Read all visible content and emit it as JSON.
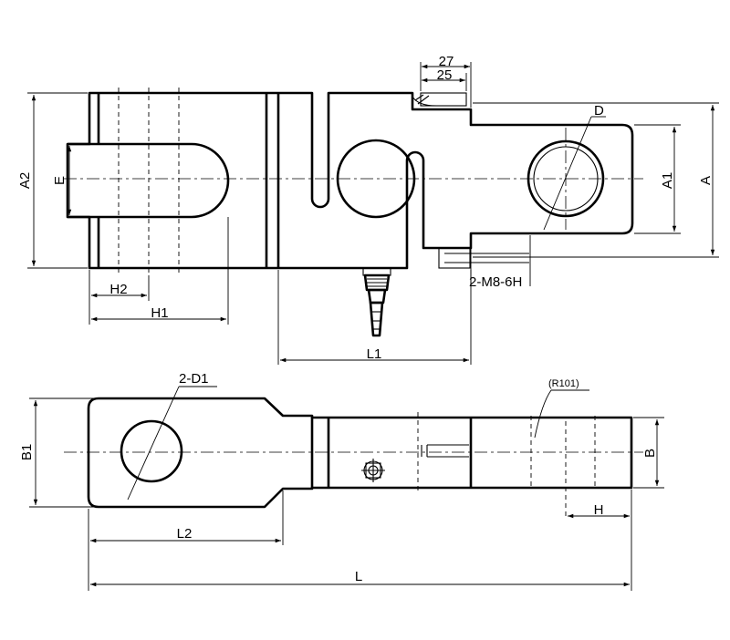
{
  "top_view": {
    "dims": {
      "d27": "27",
      "d25": "25",
      "D": "D",
      "A2": "A2",
      "E": "E",
      "A1": "A1",
      "A": "A",
      "H2": "H2",
      "H1": "H1",
      "L1": "L1",
      "thread": "2-M8-6H"
    }
  },
  "side_view": {
    "dims": {
      "D1": "2-D1",
      "R": "(R101)",
      "B1": "B1",
      "B": "B",
      "H": "H",
      "L2": "L2",
      "L": "L"
    }
  }
}
